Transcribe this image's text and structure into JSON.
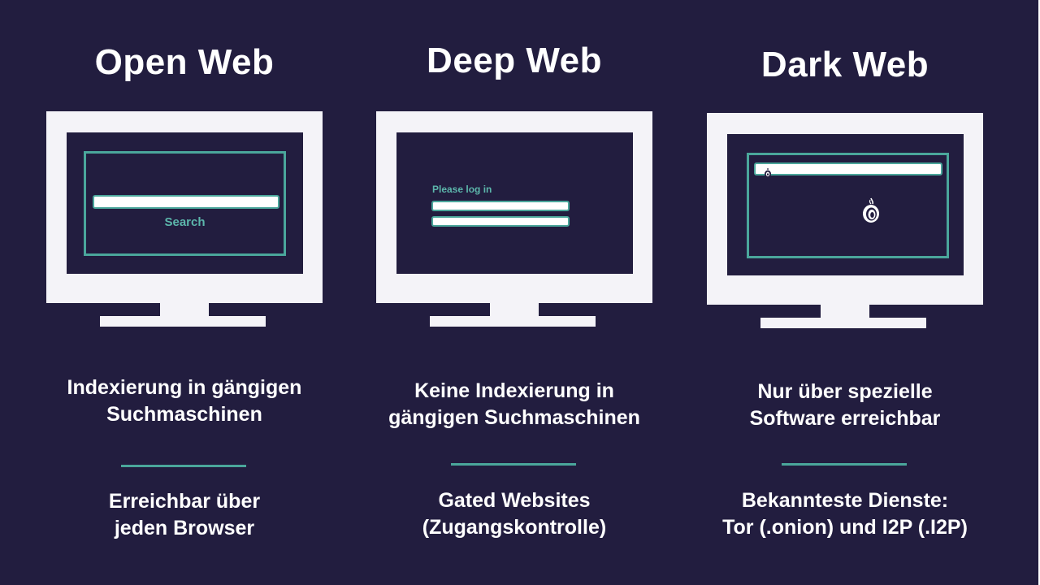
{
  "columns": [
    {
      "id": "open-web",
      "heading": "Open Web",
      "screen_button_label": "Search",
      "description_lines": [
        "Indexierung in gängigen",
        "Suchmaschinen"
      ],
      "access_lines": [
        "Erreichbar über",
        "jeden Browser"
      ]
    },
    {
      "id": "deep-web",
      "heading": "Deep Web",
      "screen_prompt": "Please log in",
      "description_lines": [
        "Keine Indexierung in",
        "gängigen Suchmaschinen"
      ],
      "access_lines": [
        "Gated Websites",
        "(Zugangskontrolle)"
      ]
    },
    {
      "id": "dark-web",
      "heading": "Dark Web",
      "description_lines": [
        "Nur über spezielle",
        "Software erreichbar"
      ],
      "access_lines": [
        "Bekannteste Dienste:",
        "Tor (.onion) und I2P (.I2P)"
      ]
    }
  ],
  "icons": {
    "address_bar_icon": "tor-onion-icon",
    "center_icon": "tor-onion-icon"
  },
  "colors": {
    "background": "#221d3f",
    "monitor": "#f4f3f8",
    "accent_teal": "#4aa69b",
    "text": "#ffffff"
  }
}
